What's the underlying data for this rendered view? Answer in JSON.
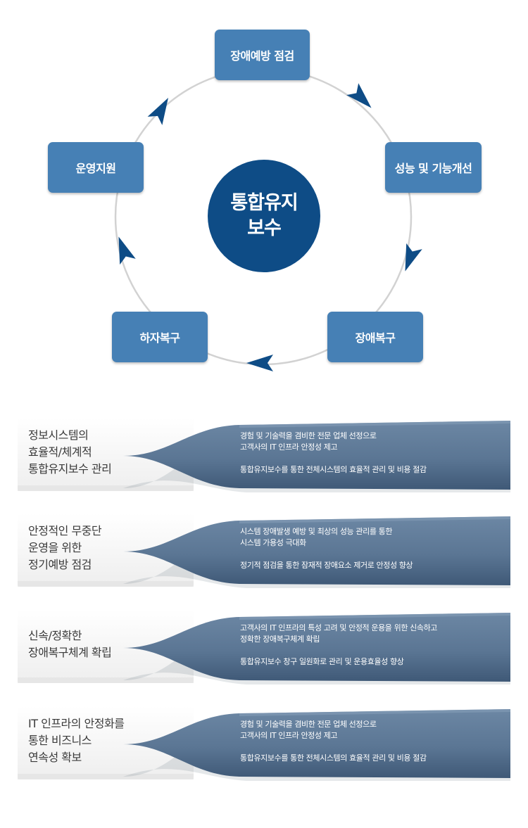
{
  "cycle": {
    "center": {
      "line1": "통합유지",
      "line2": "보수"
    },
    "nodes": [
      {
        "label": "장애예방 점검"
      },
      {
        "label": "성능 및 기능개선"
      },
      {
        "label": "장애복구"
      },
      {
        "label": "하자복구"
      },
      {
        "label": "운영지원"
      }
    ]
  },
  "rows": [
    {
      "title": [
        "정보시스템의",
        "효율적/체계적",
        "통합유지보수 관리"
      ],
      "desc": [
        "경험 및 기술력을 겸비한 전문 업체 선정으로",
        "고객사의 IT 인프라 안정성 제고",
        "통합유지보수를 통한 전체시스템의 효율적 관리 및 비용 절감"
      ]
    },
    {
      "title": [
        "안정적인 무중단",
        "운영을 위한",
        "정기예방 점검"
      ],
      "desc": [
        "시스템 장애발생 예방 및 최상의 성능 관리를 통한",
        "시스템 가용성 극대화",
        "정기적 점검을 통한 잠재적 장애요소 제거로 안정성 향상"
      ]
    },
    {
      "title": [
        "신속/정확한",
        "장애복구체계 확립"
      ],
      "desc": [
        "고객사의 IT 인프라의 특성 고려 및 안정적 운용을 위한 신속하고",
        "정확한 장애복구체계 확립",
        "통합유지보수 창구 일원화로 관리 및 운용효율성 향상"
      ]
    },
    {
      "title": [
        "IT 인프라의 안정화를",
        "통한 비즈니스",
        "연속성 확보"
      ],
      "desc": [
        "경험 및 기술력을 겸비한 전문 업체 선정으로",
        "고객사의 IT 인프라 안정성 제고",
        "통합유지보수를 통한 전체시스템의 효율적 관리 및 비용 절감"
      ]
    }
  ],
  "colors": {
    "node": "#4680b5",
    "center": "#0e4c86",
    "arrow": "#0e4c86",
    "ribbon": "#5d7896",
    "ribbon_dark": "#3f5977",
    "circle_line": "#d2d2d2"
  }
}
